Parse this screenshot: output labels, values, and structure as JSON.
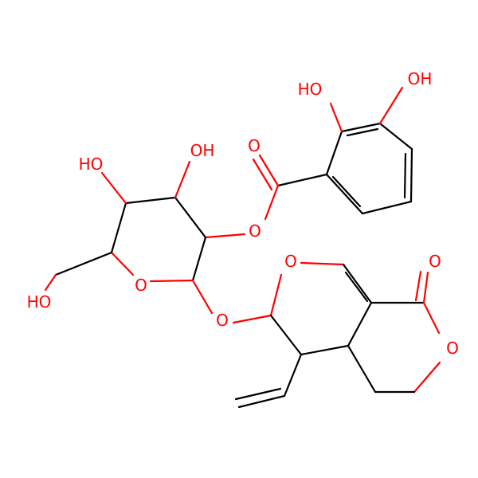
{
  "colors": {
    "carbon": "#000000",
    "oxygen": "#ff0000",
    "background": "#ffffff"
  },
  "labels": {
    "oh_catechol_top": "OH",
    "ho_catechol_left": "HO",
    "ho_sugar_c4": "HO",
    "oh_sugar_c3": "OH",
    "ho_hydroxymethyl": "HO",
    "o_carbonyl_ester": "O",
    "o_ester_link": "O",
    "o_ring_sugar": "O",
    "o_glycosidic": "O",
    "o_ring_pyran": "O",
    "o_lactone_carbonyl": "O",
    "o_lactone_ring": "O"
  }
}
